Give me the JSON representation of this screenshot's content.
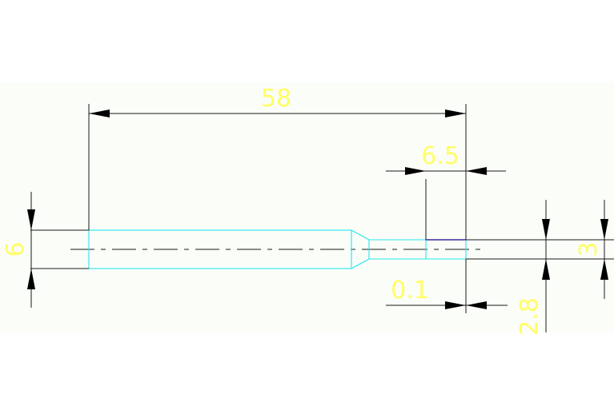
{
  "colors": {
    "background": "#ffffff",
    "drawing_area": "#fbfdf8",
    "dimension_text": "#ffff66",
    "outline": "#22e6f2",
    "line": "#1a1a1a",
    "highlight": "#3a2aa0"
  },
  "dimensions": {
    "overall_length": "58",
    "tip_length": "6.5",
    "shank_diameter": "6",
    "tip_diameter": "3",
    "offset": "0.1",
    "step": "2.8"
  }
}
